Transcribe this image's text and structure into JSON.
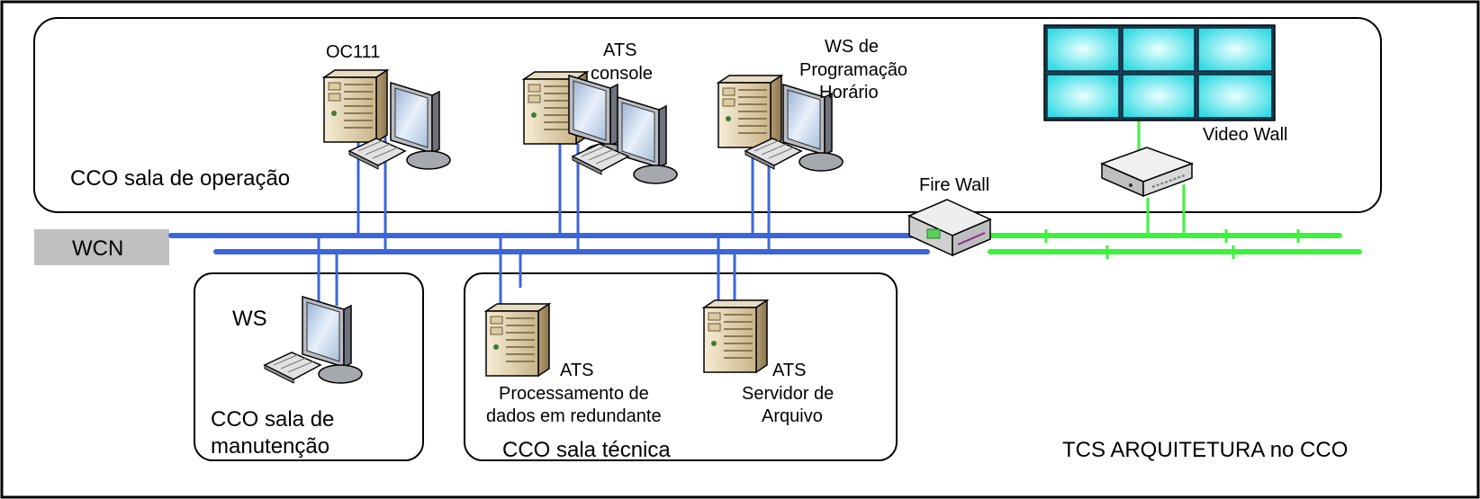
{
  "diagram": {
    "footer_title": "TCS ARQUITETURA no CCO",
    "network_label": "WCN",
    "rooms": {
      "operation": "CCO sala de operação",
      "maintenance_line1": "CCO sala de",
      "maintenance_line2": "manutenção",
      "technical": "CCO sala técnica"
    },
    "devices": {
      "oc111": "OC111",
      "ats_console_line1": "ATS",
      "ats_console_line2": "console",
      "ws_prog_line1": "WS de",
      "ws_prog_line2": "Programação",
      "ws_prog_line3": "Horário",
      "video_wall": "Video Wall",
      "firewall": "Fire Wall",
      "ws": "WS",
      "ats_proc_line1": "ATS",
      "ats_proc_line2": "Processamento de",
      "ats_proc_line3": "dados em redundante",
      "ats_file_line1": "ATS",
      "ats_file_line2": "Servidor de",
      "ats_file_line3": "Arquivo"
    }
  },
  "colors": {
    "network_blue": "#3c66d8",
    "network_green": "#3df23d",
    "video_wall_screen": "#40e0e8",
    "wcn_box": "#c0c0c0"
  },
  "icons": [
    "server-tower-icon",
    "monitor-icon",
    "keyboard-icon",
    "firewall-icon",
    "video-controller-icon",
    "video-wall-icon"
  ]
}
